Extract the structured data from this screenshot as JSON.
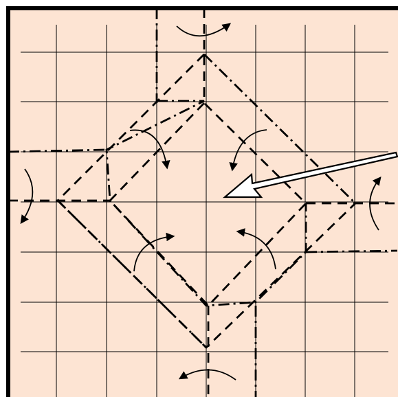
{
  "diagram": {
    "background_color": "#FDE4D3",
    "frame_color": "#000000",
    "grid_color": "#000000",
    "line_color": "#000000",
    "pointer_fill": "#FFFFFF",
    "grid_lines": "7x7 square grid",
    "fold_line_styles": [
      "dashed",
      "dash-dot"
    ],
    "curved_arrow_count": 8,
    "pointer_arrow_count": 1,
    "labels_printed": false
  }
}
